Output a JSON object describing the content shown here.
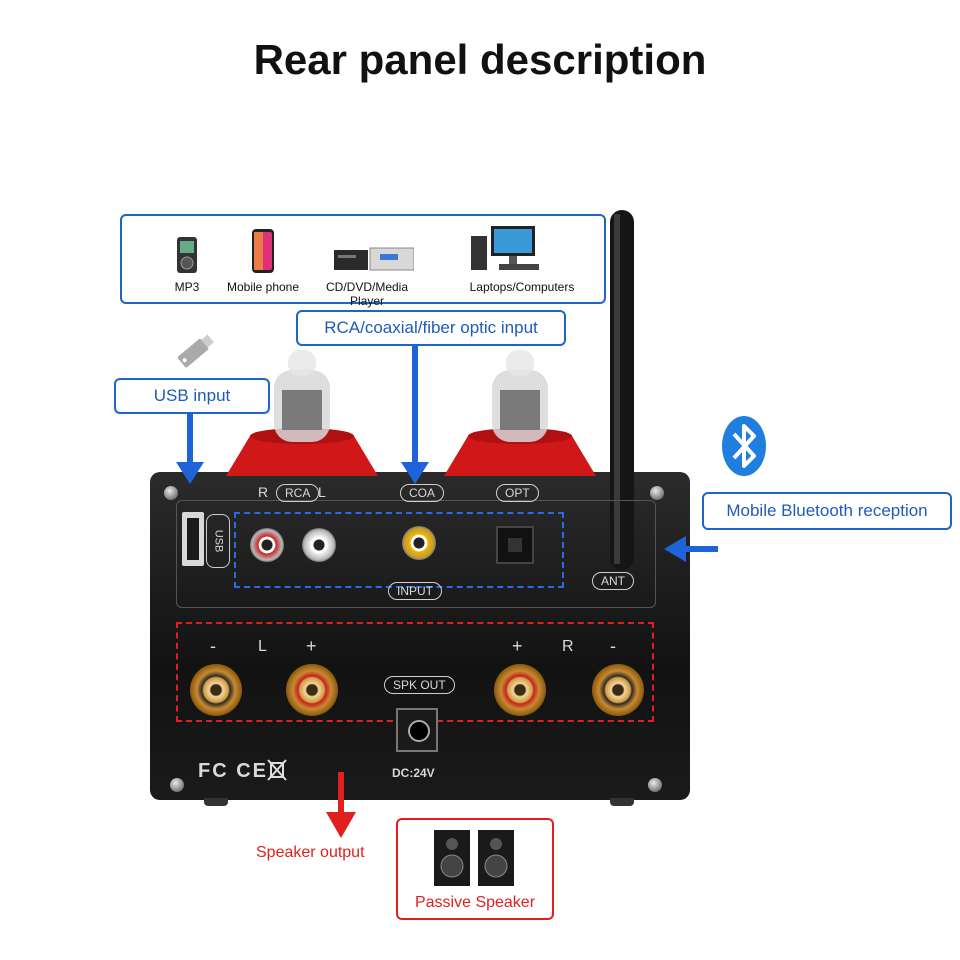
{
  "title": "Rear panel description",
  "sources": {
    "items": [
      {
        "label": "MP3",
        "icon": "mp3-player-icon"
      },
      {
        "label": "Mobile phone",
        "icon": "mobile-phone-icon"
      },
      {
        "label": "CD/DVD/Media Player",
        "icon": "cd-dvd-player-icon"
      },
      {
        "label": "Laptops/Computers",
        "icon": "laptop-computer-icon"
      }
    ]
  },
  "callouts": {
    "rca_input": "RCA/coaxial/fiber optic input",
    "usb_input": "USB input",
    "bluetooth": "Mobile Bluetooth reception",
    "speaker_output": "Speaker output",
    "passive_speaker": "Passive Speaker"
  },
  "panel": {
    "rca": "RCA",
    "r": "R",
    "l": "L",
    "coa": "COA",
    "opt": "OPT",
    "usb": "USB",
    "input": "INPUT",
    "ant": "ANT",
    "spk_out": "SPK OUT",
    "minus": "-",
    "plus": "+",
    "dc": "DC:24V",
    "cert": "FC CE"
  },
  "colors": {
    "blue": "#1f64c8",
    "red": "#e02020",
    "tube_red": "#d01818"
  }
}
